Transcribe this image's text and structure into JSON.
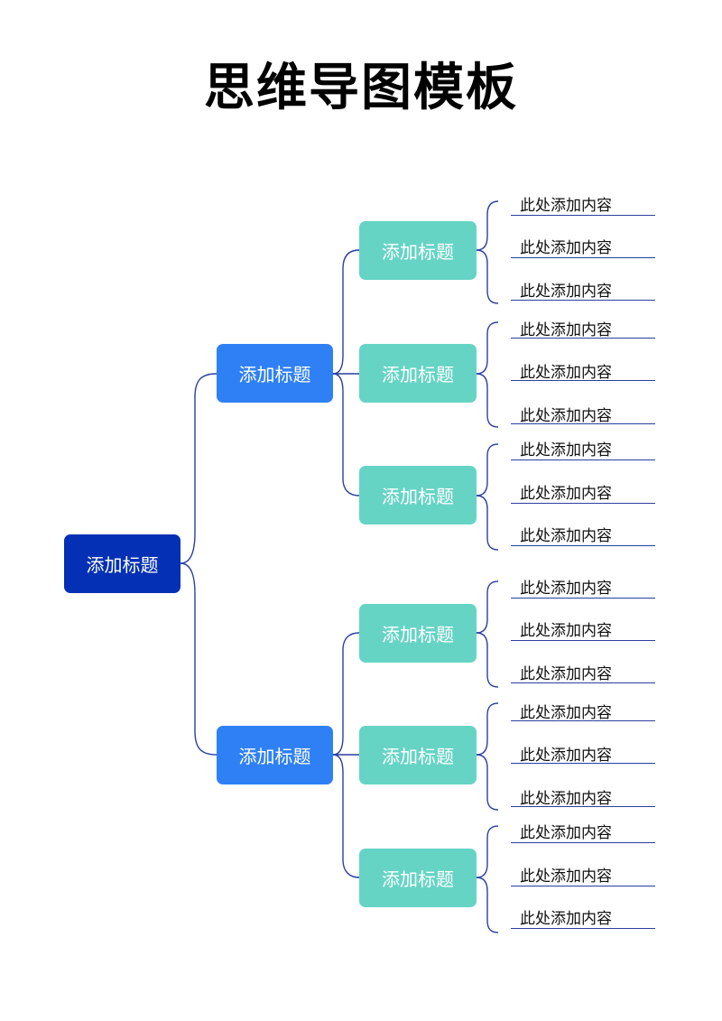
{
  "title": "思维导图模板",
  "root": {
    "label": "添加标题"
  },
  "branches": [
    {
      "label": "添加标题",
      "children": [
        {
          "label": "添加标题",
          "items": [
            "此处添加内容",
            "此处添加内容",
            "此处添加内容"
          ]
        },
        {
          "label": "添加标题",
          "items": [
            "此处添加内容",
            "此处添加内容",
            "此处添加内容"
          ]
        },
        {
          "label": "添加标题",
          "items": [
            "此处添加内容",
            "此处添加内容",
            "此处添加内容"
          ]
        }
      ]
    },
    {
      "label": "添加标题",
      "children": [
        {
          "label": "添加标题",
          "items": [
            "此处添加内容",
            "此处添加内容",
            "此处添加内容"
          ]
        },
        {
          "label": "添加标题",
          "items": [
            "此处添加内容",
            "此处添加内容",
            "此处添加内容"
          ]
        },
        {
          "label": "添加标题",
          "items": [
            "此处添加内容",
            "此处添加内容",
            "此处添加内容"
          ]
        }
      ]
    }
  ],
  "colors": {
    "root": "#0330b4",
    "level1": "#2f80f5",
    "level2": "#66d4c5",
    "connector": "#2a3f9e"
  }
}
